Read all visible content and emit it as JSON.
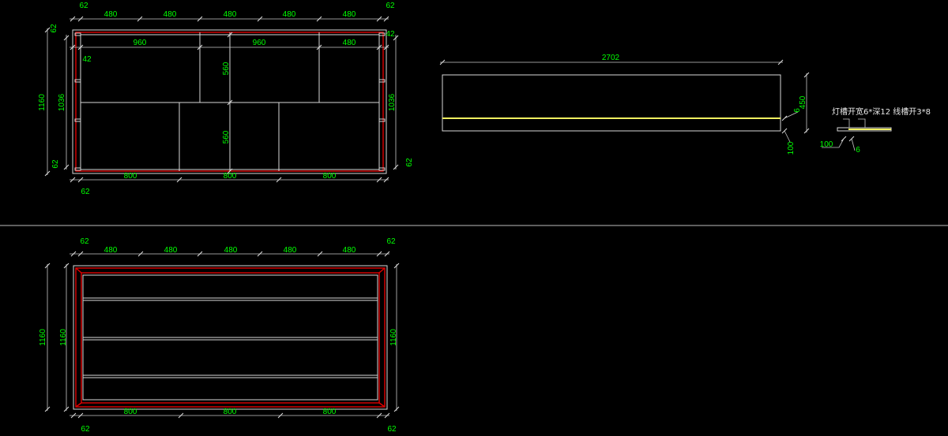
{
  "colors": {
    "background": "#000000",
    "lines": "#d8d8d8",
    "frame": "#e00000",
    "dimension_text": "#00ff00",
    "groove": "#f0f060"
  },
  "top_view": {
    "top_dims": [
      "62",
      "480",
      "480",
      "480",
      "480",
      "480",
      "62"
    ],
    "second_dims": [
      "960",
      "960",
      "480"
    ],
    "left_gap": "42",
    "right_gap": "42",
    "bottom_dims": [
      "800",
      "800",
      "800"
    ],
    "bottom_gap_left": "62",
    "right_bottom_gap": "62",
    "left_top_gap": "62",
    "left_bottom_gap": "62",
    "overall_height": "1160",
    "inner_height_left": "1036",
    "inner_height_right": "1036",
    "upper_height": "560",
    "lower_height": "560"
  },
  "bottom_view": {
    "top_dims": [
      "62",
      "480",
      "480",
      "480",
      "480",
      "480",
      "62"
    ],
    "bottom_dims": [
      "800",
      "800",
      "800"
    ],
    "bottom_gap_left": "62",
    "bottom_gap_right": "62",
    "overall_height": "1160",
    "inner_height_left": "1160",
    "inner_height_right": "1160"
  },
  "side_view": {
    "length": "2702",
    "height": "450",
    "groove_offset": "6",
    "bottom_offset": "100"
  },
  "detail": {
    "note": "灯槽开宽6*深12  线槽开3*8",
    "dim_100": "100",
    "dim_6": "6"
  }
}
